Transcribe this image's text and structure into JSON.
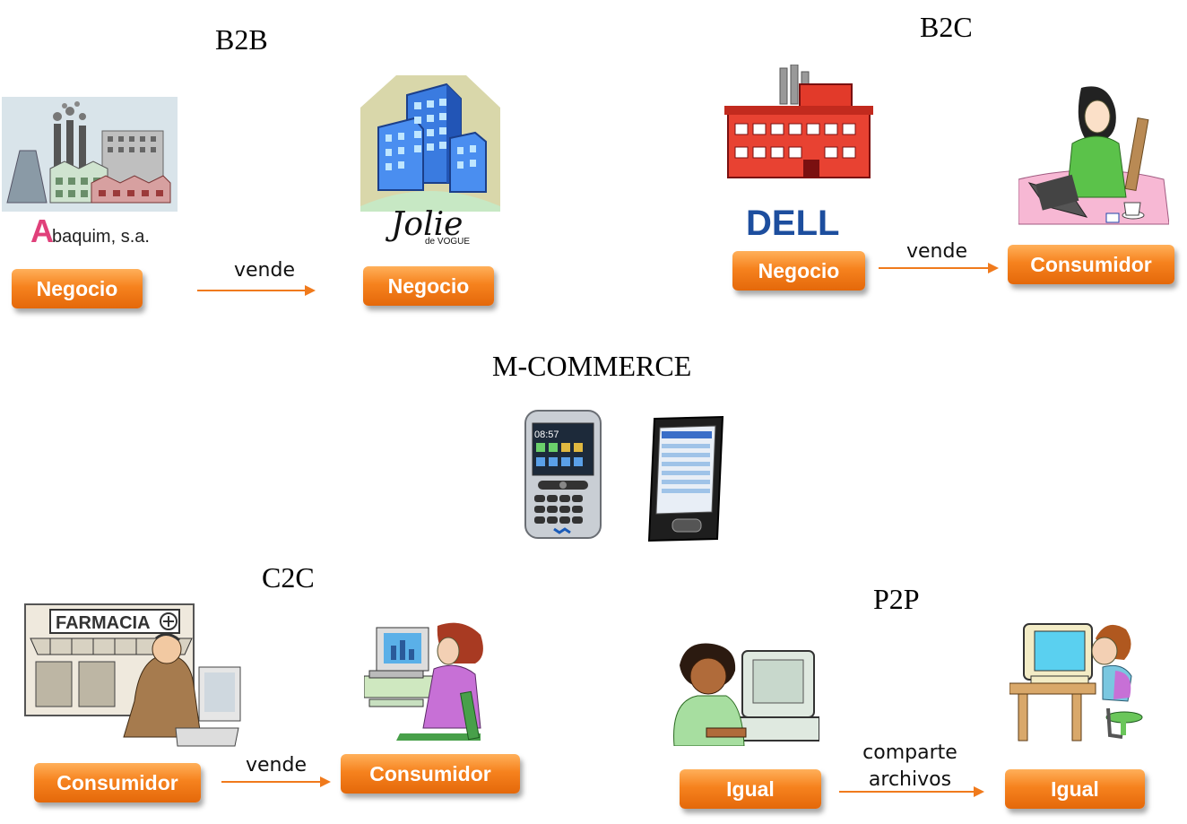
{
  "sections": {
    "b2b": {
      "title": "B2B",
      "seller_label": "Negocio",
      "buyer_label": "Negocio",
      "verb": "vende",
      "seller_logo": "Abaquim, s.a.",
      "buyer_logo_main": "Jolie",
      "buyer_logo_sub": "de VOGUE"
    },
    "b2c": {
      "title": "B2C",
      "seller_label": "Negocio",
      "buyer_label": "Consumidor",
      "verb": "vende",
      "seller_logo": "DELL"
    },
    "mcommerce": {
      "title": "M-COMMERCE",
      "phone_time": "08:57"
    },
    "c2c": {
      "title": "C2C",
      "seller_label": "Consumidor",
      "buyer_label": "Consumidor",
      "verb": "vende",
      "shop_sign": "FARMACIA"
    },
    "p2p": {
      "title": "P2P",
      "seller_label": "Igual",
      "buyer_label": "Igual",
      "verb_line1": "comparte",
      "verb_line2": "archivos"
    }
  },
  "colors": {
    "button_orange": "#f6821e",
    "arrow_orange": "#f07a1c"
  },
  "icons": [
    "factory-icon",
    "office-building-icon",
    "red-factory-icon",
    "woman-laptop-icon",
    "smartphone-icon",
    "pda-icon",
    "pharmacy-shop-icon",
    "woman-computer-icon",
    "boy-computer-icon",
    "child-computer-icon"
  ]
}
